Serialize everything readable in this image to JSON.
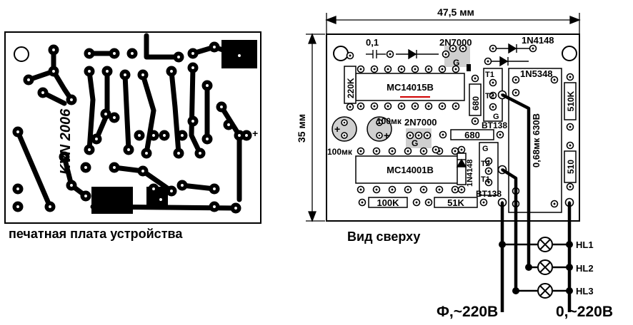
{
  "pcb": {
    "caption": "печатная плата устройства",
    "mark": "KVN 2006",
    "plus": "+"
  },
  "top_view": {
    "caption": "Вид сверху",
    "dim_width": "47,5 мм",
    "dim_height": "35 мм",
    "components": {
      "c1": "0,1",
      "q1": "2N7000",
      "q1_gate": "G",
      "q2": "2N7000",
      "q2_gate": "G",
      "d_top": "1N4148",
      "zener": "1N5348",
      "r_220k": "220K",
      "ic1": "MC14015B",
      "r_680_vert": "680",
      "triac1_t1": "T1",
      "triac1_t2": "T2",
      "triac1_g": "G",
      "triac1_name": "BT138",
      "cap_100mk_a": "100мк",
      "cap_100mk_b": "100мк",
      "r_680_horiz": "680",
      "ic2": "MC14001B",
      "d_mid": "1N4148",
      "triac2_g": "G",
      "triac2_t2": "T2",
      "triac2_t1": "T1",
      "triac2_name": "BT138",
      "r_100k": "100K",
      "r_51k": "51K",
      "cap_big": "0,68мк 630В",
      "r_510k": "510K",
      "r_510": "510"
    },
    "plus_a": "+",
    "plus_b": "+"
  },
  "lamps": [
    "HL1",
    "HL2",
    "HL3"
  ],
  "mains": {
    "phase": "Ф,~220В",
    "neutral": "0,~220В"
  }
}
